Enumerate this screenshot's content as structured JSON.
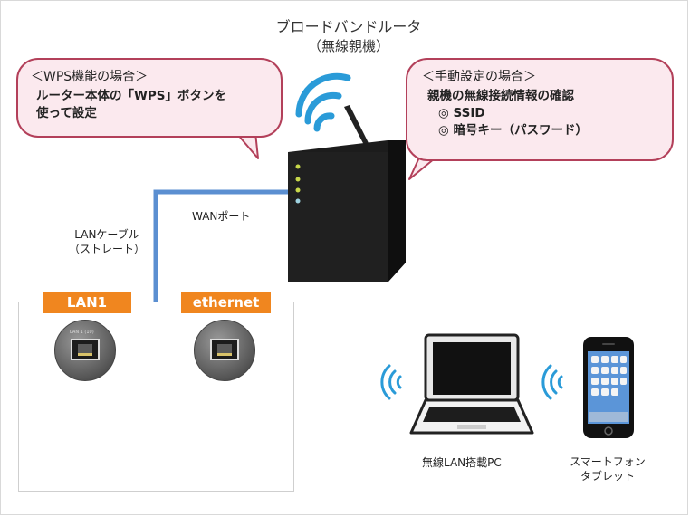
{
  "header": {
    "title": "ブロードバンドルータ",
    "subtitle": "（無線親機）"
  },
  "bubble_wps": {
    "heading": "＜WPS機能の場合＞",
    "line1": "ルーター本体の「WPS」ボタンを",
    "line2": "使って設定"
  },
  "bubble_manual": {
    "heading": "＜手動設定の場合＞",
    "line1": "親機の無線接続情報の確認",
    "item1": "◎ SSID",
    "item2": "◎ 暗号キー（パスワード）"
  },
  "cable": {
    "wan_label": "WANポート",
    "lan_label_1": "LANケーブル",
    "lan_label_2": "（ストレート）"
  },
  "devices": {
    "lan1_tag": "LAN1",
    "ethernet_tag": "ethernet",
    "lan1_port_text": "LAN 1 (10)",
    "pc_label": "無線LAN搭載PC",
    "phone_label_1": "スマートフォン",
    "phone_label_2": "タブレット"
  },
  "colors": {
    "bubble_border": "#b3405a",
    "bubble_fill": "#fbe9ee",
    "cable": "#5b8fd1",
    "tag": "#f0861f",
    "wifi": "#2a9bd8"
  }
}
